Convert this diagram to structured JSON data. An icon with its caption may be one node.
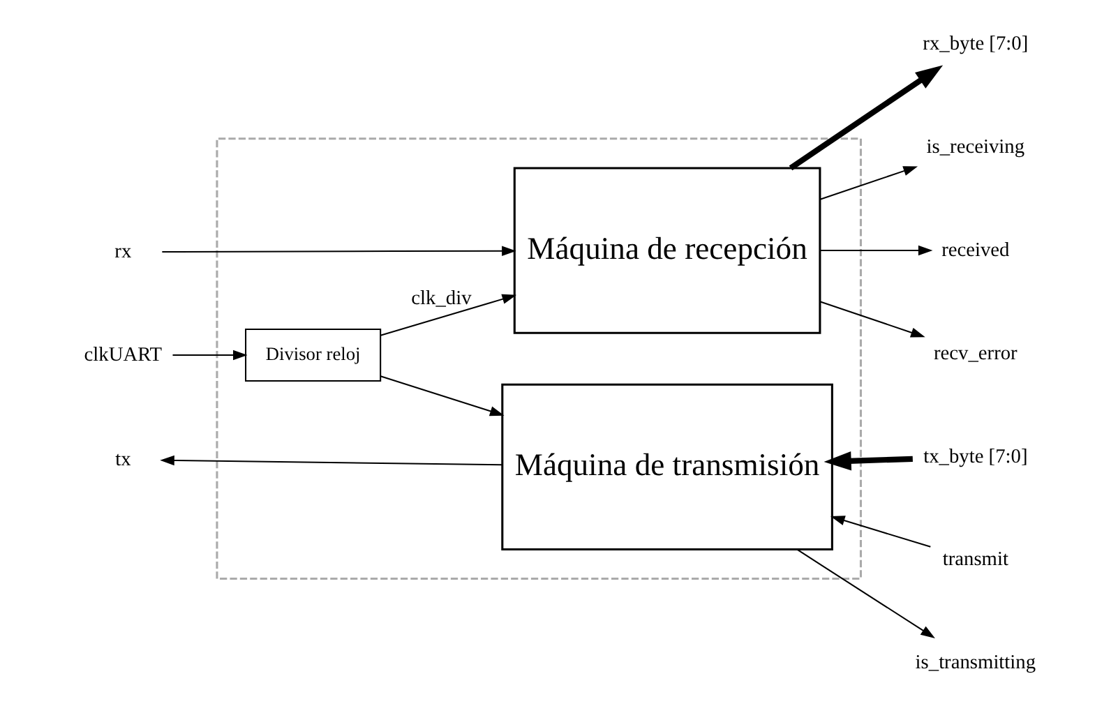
{
  "diagram": {
    "nodes": [
      {
        "text": [],
        "shape": "box"
      },
      {
        "text": [
          "rx"
        ]
      },
      {
        "text": [
          "Máquina de recepción"
        ],
        "in": 0
      },
      {
        "text": [
          "rx_byte [7:0]"
        ]
      },
      {
        "text": [
          "is_receiving"
        ]
      },
      {
        "text": [
          "received"
        ]
      },
      {
        "text": [
          "recv_error"
        ]
      },
      {
        "text": [
          "clkUART"
        ]
      },
      {
        "text": [
          "Divisor reloj"
        ],
        "in": 0
      },
      {
        "text": [
          "Máquina de transmisión"
        ],
        "in": 0
      },
      {
        "text": [
          "tx"
        ]
      },
      {
        "text": [
          "tx_byte [7:0]"
        ]
      },
      {
        "text": [
          "transmit"
        ]
      },
      {
        "text": [
          "is_transmitting"
        ]
      }
    ],
    "edges": [
      {
        "from": 1,
        "to": 2,
        "arrow": "to"
      },
      {
        "from": 2,
        "to": 3,
        "arrow": "to",
        "style": "thick"
      },
      {
        "from": 2,
        "to": 4,
        "arrow": "to"
      },
      {
        "from": 2,
        "to": 5,
        "arrow": "to"
      },
      {
        "from": 2,
        "to": 6,
        "arrow": "to"
      },
      {
        "from": 7,
        "to": 8,
        "arrow": "to"
      },
      {
        "from": 8,
        "to": 2,
        "arrow": "to",
        "label": "clk_div"
      },
      {
        "from": 8,
        "to": 9,
        "arrow": "to"
      },
      {
        "from": 9,
        "to": 10,
        "arrow": "to"
      },
      {
        "from": 11,
        "to": 9,
        "arrow": "to",
        "style": "thick"
      },
      {
        "from": 12,
        "to": 9,
        "arrow": "to"
      },
      {
        "from": 9,
        "to": 13,
        "arrow": "to"
      }
    ]
  }
}
